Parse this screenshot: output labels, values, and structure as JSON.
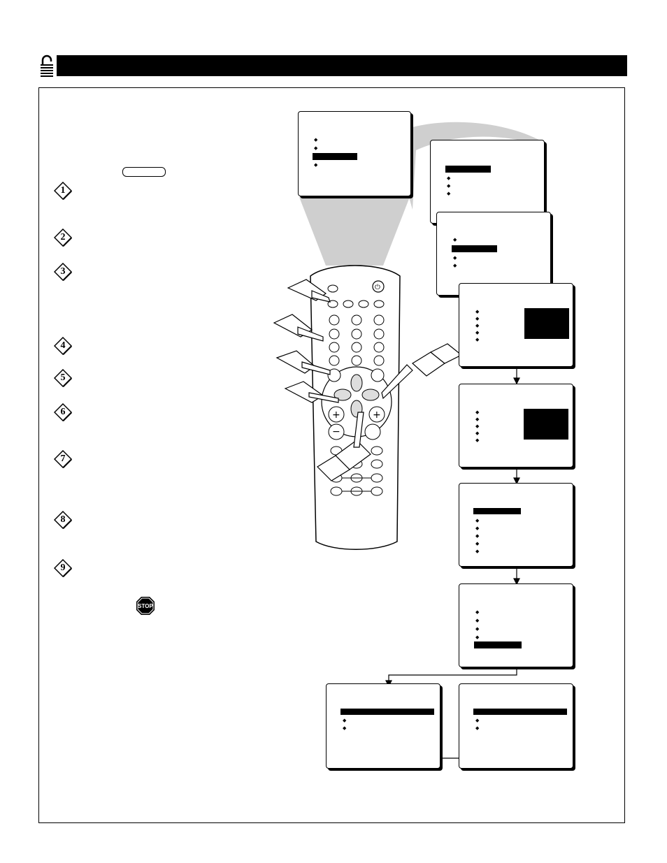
{
  "header": {
    "icon": "lock-icon"
  },
  "steps": [
    {
      "num": "1"
    },
    {
      "num": "2"
    },
    {
      "num": "3"
    },
    {
      "num": "4"
    },
    {
      "num": "5"
    },
    {
      "num": "6"
    },
    {
      "num": "7"
    },
    {
      "num": "8"
    },
    {
      "num": "9"
    }
  ],
  "stop": {
    "label": "STOP"
  },
  "colors": {
    "ink": "#000000",
    "beam": "#cfcfcf",
    "paper": "#ffffff"
  }
}
